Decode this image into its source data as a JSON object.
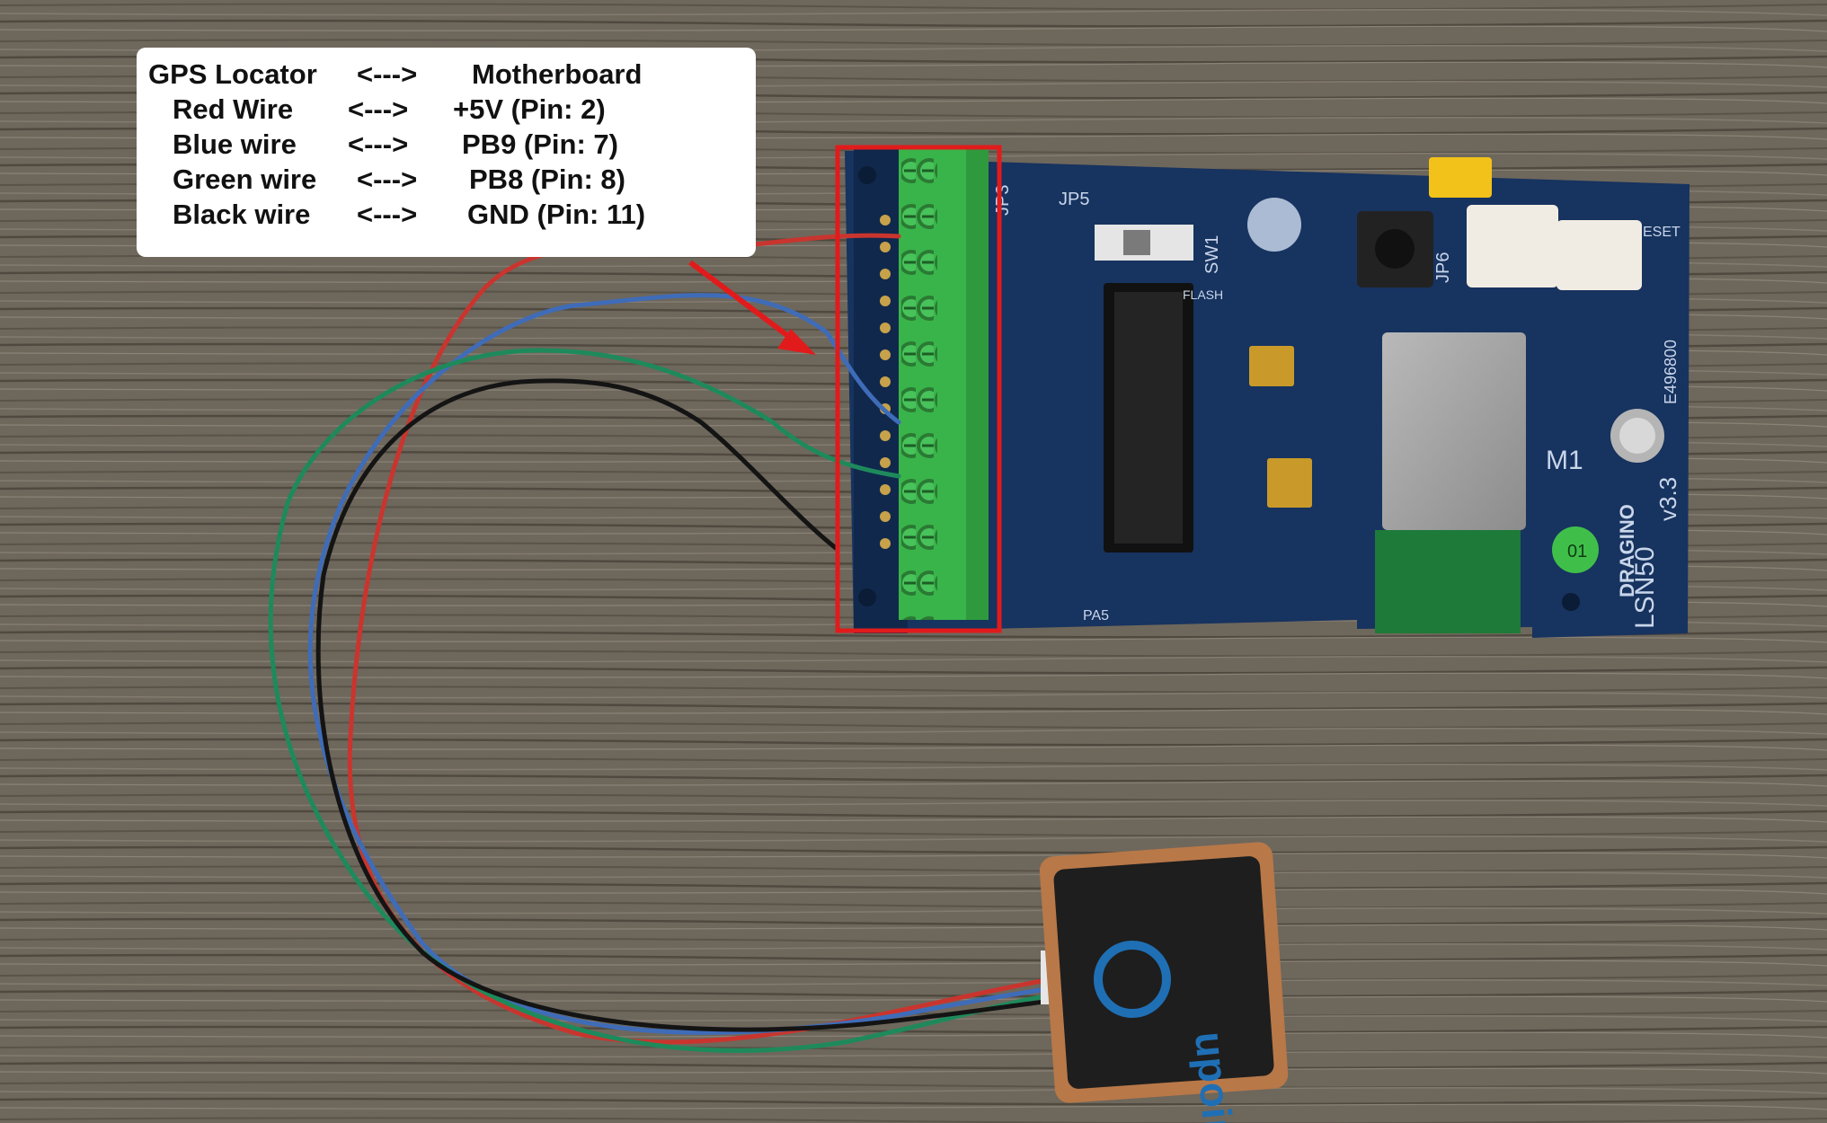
{
  "legend": {
    "header": {
      "left": "GPS Locator",
      "arrow": "<--->",
      "right": "Motherboard"
    },
    "rows": [
      {
        "wire": "Red Wire",
        "arrow": "<--->",
        "pin": "+5V (Pin: 2)"
      },
      {
        "wire": "Blue wire",
        "arrow": "<--->",
        "pin": "PB9 (Pin: 7)"
      },
      {
        "wire": "Green wire",
        "arrow": "<--->",
        "pin": "PB8 (Pin: 8)"
      },
      {
        "wire": "Black wire",
        "arrow": "<--->",
        "pin": "GND (Pin: 11)"
      }
    ]
  },
  "board": {
    "model": "LSN50",
    "version": "v3.3",
    "brand": "DRAGINO",
    "labels": [
      "JP5",
      "JP3",
      "JP6",
      "SW1",
      "FLASH",
      "M1",
      "PA5",
      "ESET",
      "E496800"
    ],
    "sticker": "01"
  },
  "gps_module": {
    "brand": "upoint"
  },
  "colors": {
    "board": "#17335f",
    "terminal_block": "#39b44a",
    "highlight_box": "#e11b1b",
    "arrow": "#e11b1b",
    "wire_red": "#c9352e",
    "wire_blue": "#3f6cb8",
    "wire_green": "#1e8a5c",
    "wire_black": "#141414"
  }
}
